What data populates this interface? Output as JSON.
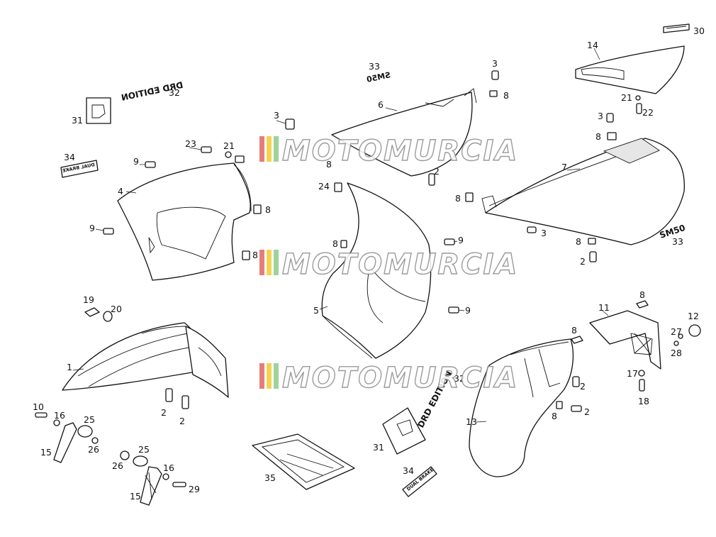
{
  "callouts": [
    "1",
    "2",
    "3",
    "4",
    "5",
    "6",
    "7",
    "8",
    "9",
    "10",
    "11",
    "12",
    "13",
    "14",
    "15",
    "16",
    "17",
    "18",
    "19",
    "20",
    "21",
    "22",
    "23",
    "24",
    "25",
    "26",
    "27",
    "28",
    "29",
    "30",
    "31",
    "32",
    "33",
    "34",
    "35"
  ],
  "decals": {
    "drd_edition": "DRD EDITION",
    "sm50": "SM50",
    "dual_brake": "DUAL BRAKE"
  },
  "watermark": "MOTOMURCIA",
  "colors": {
    "line": "#111111",
    "watermark_stroke": "#8a8a8a",
    "stripe_red": "#d9534f",
    "stripe_yellow": "#f0c419",
    "stripe_green": "#7cc47a"
  }
}
